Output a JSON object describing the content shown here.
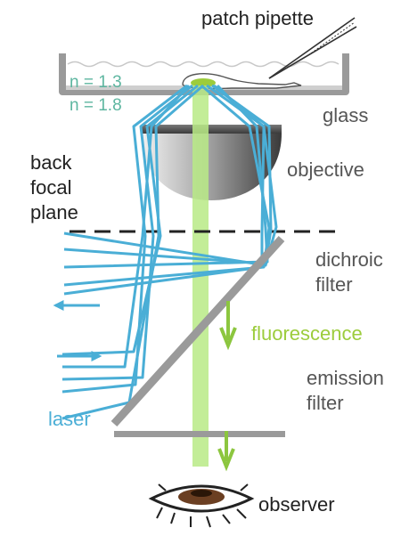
{
  "labels": {
    "patch_pipette": "patch pipette",
    "n_upper": "n = 1.3",
    "n_lower": "n = 1.8",
    "glass": "glass",
    "objective": "objective",
    "back_focal_plane_1": "back",
    "back_focal_plane_2": "focal",
    "back_focal_plane_3": "plane",
    "dichroic_1": "dichroic",
    "dichroic_2": "filter",
    "fluorescence": "fluorescence",
    "emission_1": "emission",
    "emission_2": "filter",
    "laser": "laser",
    "observer": "observer"
  },
  "colors": {
    "laser_blue": "#4aaed6",
    "fluorescence_green": "#9ccc3c",
    "green_beam": "#b9ea86",
    "teal_text": "#5db6a0",
    "filter_gray": "#9a9a9a",
    "text_dark": "#222222",
    "text_gray": "#555555",
    "eye_brown": "#6b3f22"
  }
}
